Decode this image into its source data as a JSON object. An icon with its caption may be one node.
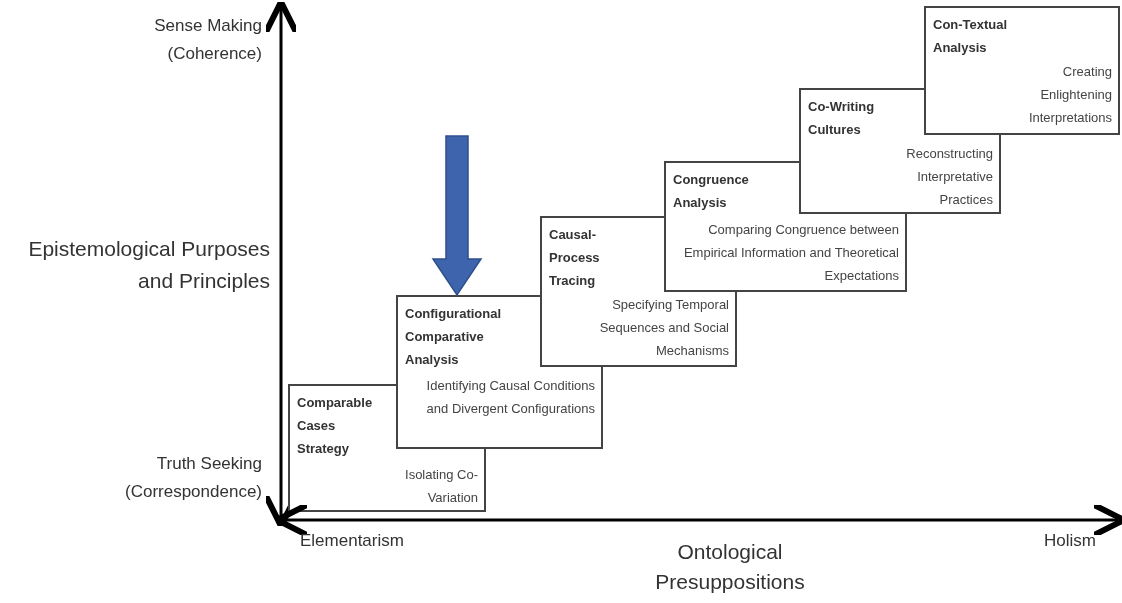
{
  "diagram": {
    "nodes": [
      {
        "text": [
          "Comparable Cases Strategy",
          "Isolating Co-Variation"
        ]
      },
      {
        "text": [
          "Configurational Comparative Analysis",
          "Identifying Causal Conditions and Divergent Configurations"
        ]
      },
      {
        "text": [
          "Causal-Process Tracing",
          "Specifying Temporal Sequences and Social Mechanisms"
        ]
      },
      {
        "text": [
          "Congruence Analysis",
          "Comparing Congruence between Empirical Information and Theoretical Expectations"
        ]
      },
      {
        "text": [
          "Co-Writing Cultures",
          "Reconstructing Interpretative Practices"
        ]
      },
      {
        "text": [
          "Con-Textual Analysis",
          "Creating Enlightening Interpretations"
        ]
      }
    ],
    "edges": [
      {
        "from": null,
        "to": 1,
        "arrow": "to",
        "style": "thick",
        "color": "#3d64ad"
      }
    ],
    "labels": [
      "Sense Making (Coherence)",
      "Epistemological Purposes and Principles",
      "Truth Seeking (Correspondence)",
      "Elementarism",
      "Ontological Presuppositions",
      "Holism"
    ]
  }
}
